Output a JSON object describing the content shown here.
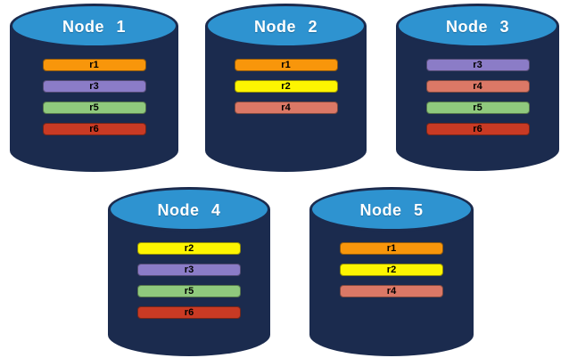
{
  "diagram": {
    "description": "Five database node cylinders showing replica placement",
    "colors": {
      "cylinder_body": "#1B2B4E",
      "cylinder_top": "#2E93D0",
      "title_text": "#FFFFFF",
      "replica_text": "#000000",
      "background": "#FFFFFF"
    },
    "replica_colors": {
      "r1": "#F8960B",
      "r2": "#FDF501",
      "r3": "#8B7CC7",
      "r4": "#DB7866",
      "r5": "#8FC97D",
      "r6": "#C93A24"
    },
    "nodes": [
      {
        "name": "Node 1",
        "replicas": [
          {
            "label": "r1",
            "color": "#F8960B"
          },
          {
            "label": "r3",
            "color": "#8B7CC7"
          },
          {
            "label": "r5",
            "color": "#8FC97D"
          },
          {
            "label": "r6",
            "color": "#C93A24"
          }
        ]
      },
      {
        "name": "Node 2",
        "replicas": [
          {
            "label": "r1",
            "color": "#F8960B"
          },
          {
            "label": "r2",
            "color": "#FDF501"
          },
          {
            "label": "r4",
            "color": "#DB7866"
          }
        ]
      },
      {
        "name": "Node 3",
        "replicas": [
          {
            "label": "r3",
            "color": "#8B7CC7"
          },
          {
            "label": "r4",
            "color": "#DB7866"
          },
          {
            "label": "r5",
            "color": "#8FC97D"
          },
          {
            "label": "r6",
            "color": "#C93A24"
          }
        ]
      },
      {
        "name": "Node 4",
        "replicas": [
          {
            "label": "r2",
            "color": "#FDF501"
          },
          {
            "label": "r3",
            "color": "#8B7CC7"
          },
          {
            "label": "r5",
            "color": "#8FC97D"
          },
          {
            "label": "r6",
            "color": "#C93A24"
          }
        ]
      },
      {
        "name": "Node 5",
        "replicas": [
          {
            "label": "r1",
            "color": "#F8960B"
          },
          {
            "label": "r2",
            "color": "#FDF501"
          },
          {
            "label": "r4",
            "color": "#DB7866"
          }
        ]
      }
    ]
  }
}
